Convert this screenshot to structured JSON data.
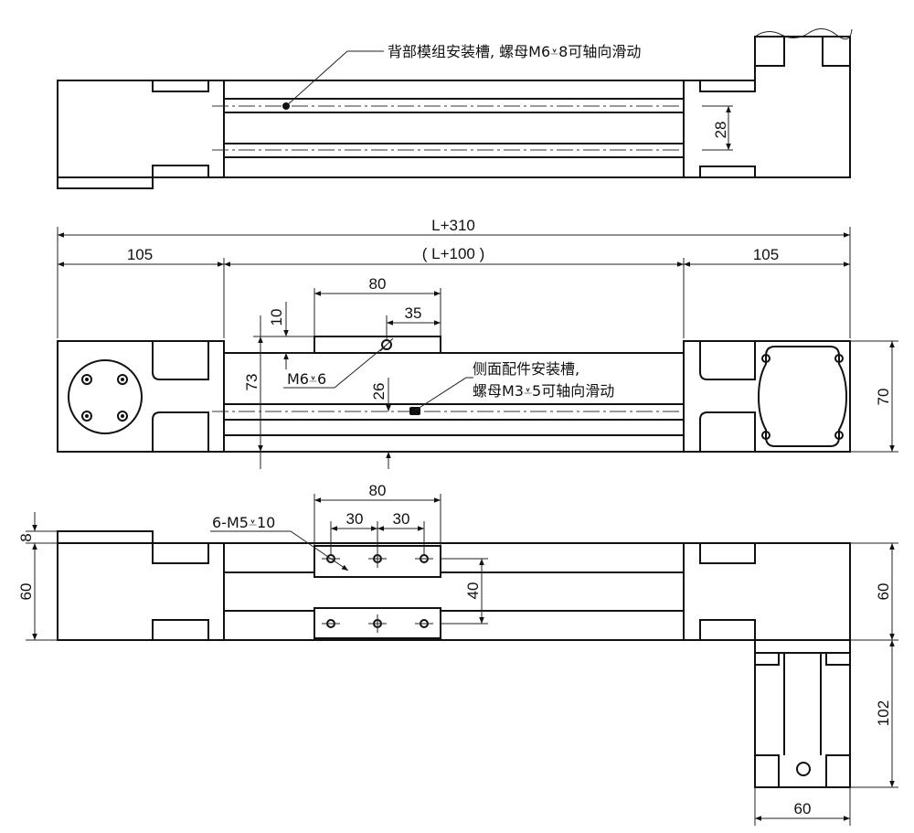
{
  "annotations": {
    "rear_slot": "背部模组安装槽, 螺母M6⩡8可轴向滑动",
    "side_slot_line1": "侧面配件安装槽,",
    "side_slot_line2": "螺母M3⩡5可轴向滑动",
    "hole_m6": "M6⩡6",
    "hole_m5": "6-M5⩡10"
  },
  "dimensions": {
    "top_28": "28",
    "overall": "L+310",
    "stroke": "( L+100 )",
    "left_105": "105",
    "right_105": "105",
    "carriage_80_mid": "80",
    "carriage_35": "35",
    "carriage_10": "10",
    "height_73": "73",
    "height_26": "26",
    "height_70": "70",
    "bottom_80": "80",
    "bottom_30a": "30",
    "bottom_30b": "30",
    "bottom_8": "8",
    "bottom_60_left": "60",
    "bottom_40": "40",
    "bottom_60_right": "60",
    "motor_102": "102",
    "motor_60": "60"
  }
}
